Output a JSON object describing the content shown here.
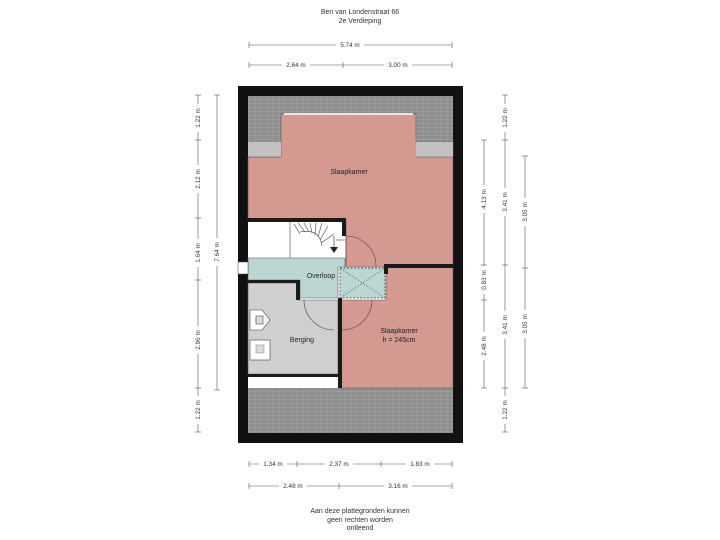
{
  "header": {
    "address": "Ben van Londenstraat 66",
    "floor": "2e Verdieping"
  },
  "colors": {
    "bedroom": "#d49a92",
    "landing": "#bcd6d4",
    "storage": "#cfcfcf",
    "roof_slope": "#909090",
    "wall": "#111111"
  },
  "rooms": {
    "slaapkamer_top": "Slaapkamer",
    "overloop": "Overloop",
    "berging": "Berging",
    "slaapkamer_bottom": "Slaapkamer",
    "slaapkamer_bottom_height": "h = 245cm"
  },
  "dimensions": {
    "top_total": "5.74 m",
    "top_left": "2.64 m",
    "top_right": "3.00 m",
    "left_outer_1": "1.22 m",
    "left_outer_2": "2.12 m",
    "left_outer_3": "1.64 m",
    "left_outer_4": "2.96 m",
    "left_outer_5": "1.22 m",
    "left_total": "7.64 m",
    "right_inner_1": "1.22 m",
    "right_inner_2": "4.13 m",
    "right_inner_3": "0.83 m",
    "right_inner_4": "2.48 m",
    "right_inner_5": "1.22 m",
    "right_mid_1": "3.41 m",
    "right_mid_2": "3.41 m",
    "right_outer_1": "3.05 m",
    "right_outer_2": "3.05 m",
    "bottom_1": "1.34 m",
    "bottom_2": "2.37 m",
    "bottom_3": "1.83 m",
    "bottom_total_1": "2.48 m",
    "bottom_total_2": "3.16 m"
  },
  "footer": {
    "line1": "Aan deze plattegronden kunnen",
    "line2": "geen rechten worden",
    "line3": "ontleend"
  }
}
